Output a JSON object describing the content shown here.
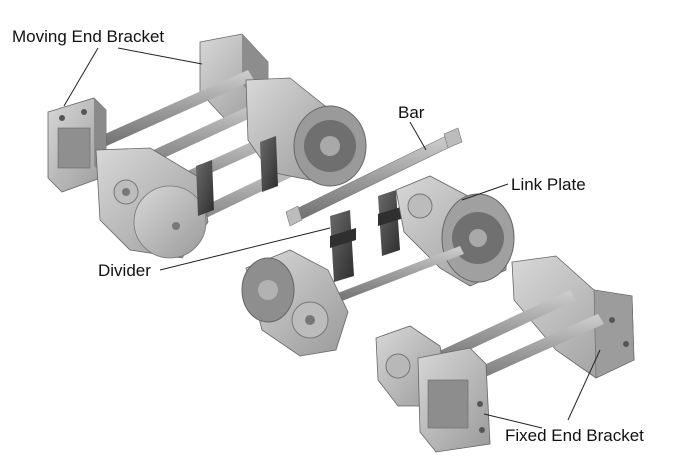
{
  "labels": {
    "moving_end_bracket": "Moving End Bracket",
    "bar": "Bar",
    "link_plate": "Link Plate",
    "divider": "Divider",
    "fixed_end_bracket": "Fixed End Bracket"
  },
  "colors": {
    "metal_light": "#c9c9c9",
    "metal_mid": "#a8a8a8",
    "metal_dark": "#7a7a7a",
    "metal_shadow": "#5a5a5a",
    "divider_dark": "#3c3c3c"
  }
}
